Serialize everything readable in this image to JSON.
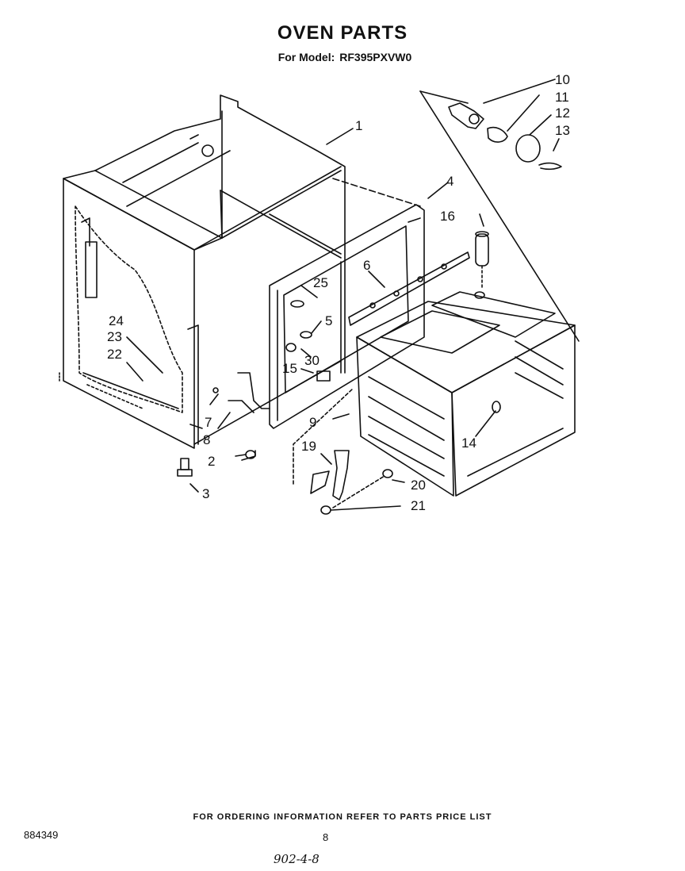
{
  "header": {
    "title": "OVEN PARTS",
    "model_prefix": "For Model:",
    "model_number": "RF395PXVW0"
  },
  "callouts": [
    "1",
    "2",
    "3",
    "4",
    "5",
    "6",
    "7",
    "8",
    "9",
    "10",
    "11",
    "12",
    "13",
    "14",
    "15",
    "16",
    "19",
    "20",
    "21",
    "22",
    "23",
    "24",
    "25",
    "30"
  ],
  "footer": {
    "ordering_note": "FOR ORDERING INFORMATION REFER TO PARTS PRICE LIST",
    "doc_number": "884349",
    "page_number": "8",
    "handwritten_note": "902-4-8"
  }
}
